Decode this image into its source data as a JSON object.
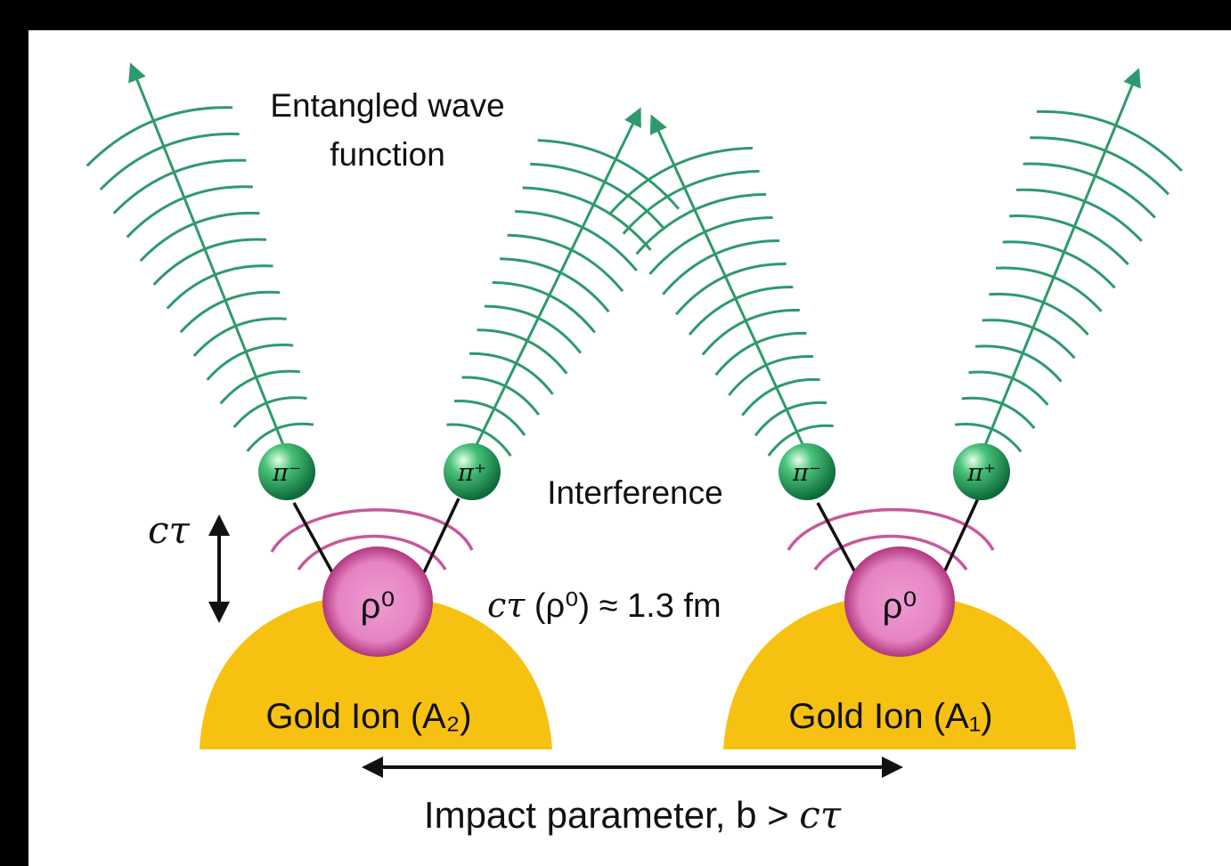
{
  "labels": {
    "entangled_line1": "Entangled wave",
    "entangled_line2": "function",
    "interference": "Interference",
    "ctau": "cτ",
    "ctau_rho": "cτ (ρ⁰) ≈ 1.3 fm",
    "ctau_rho_parts": {
      "symbol": "cτ",
      "rest": " (ρ⁰) ≈ 1.3 fm"
    },
    "impact": "Impact parameter, b > cτ",
    "impact_parts": {
      "text": "Impact parameter, b > ",
      "symbol": "cτ"
    }
  },
  "ions": [
    {
      "id": "A2",
      "label": "Gold Ion (A₂)",
      "meson": "ρ⁰",
      "pion_left": "π⁻",
      "pion_right": "π⁺"
    },
    {
      "id": "A1",
      "label": "Gold Ion (A₁)",
      "meson": "ρ⁰",
      "pion_left": "π⁻",
      "pion_right": "π⁺"
    }
  ],
  "colors": {
    "background": "#000000",
    "panel": "#ffffff",
    "gold": "#f7c112",
    "rho": "#e889c6",
    "wave": "#2e9a6c",
    "pion": "#2eab64",
    "interference": "#c7589c",
    "text": "#111111"
  },
  "icons": [
    "double-arrow-vertical-icon",
    "double-arrow-horizontal-icon",
    "arrow-up-icon"
  ]
}
